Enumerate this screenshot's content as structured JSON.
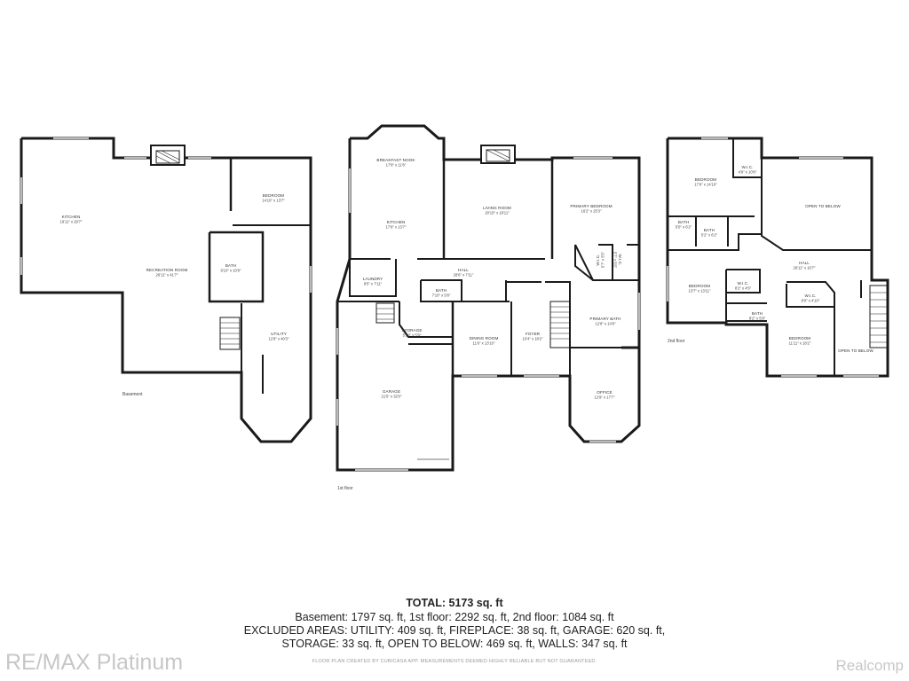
{
  "floors": {
    "basement": {
      "label": "Basement",
      "rooms": [
        {
          "name": "KITCHEN",
          "dim": "19'11\" x 29'7\""
        },
        {
          "name": "RECREATION ROOM",
          "dim": "26'11\" x 41'7\""
        },
        {
          "name": "BEDROOM",
          "dim": "14'10\" x 13'7\""
        },
        {
          "name": "BATH",
          "dim": "9'10\" x 10'9\""
        },
        {
          "name": "UTILITY",
          "dim": "12'9\" x 40'3\""
        }
      ]
    },
    "first": {
      "label": "1st floor",
      "rooms": [
        {
          "name": "BREAKFAST NOOK",
          "dim": "17'9\" x 11'6\""
        },
        {
          "name": "KITCHEN",
          "dim": "17'9\" x 13'7\""
        },
        {
          "name": "LIVING ROOM",
          "dim": "20'10\" x 18'11\""
        },
        {
          "name": "PRIMARY BEDROOM",
          "dim": "16'2\" x 25'3\""
        },
        {
          "name": "HALL",
          "dim": "28'6\" x 7'11\""
        },
        {
          "name": "LAUNDRY",
          "dim": "8'5\" x 7'11\""
        },
        {
          "name": "BATH",
          "dim": "7'10\" x 5'8\""
        },
        {
          "name": "STORAGE",
          "dim": "5'10\" x 5'9\""
        },
        {
          "name": "DINING ROOM",
          "dim": "11'6\" x 13'10\""
        },
        {
          "name": "FOYER",
          "dim": "10'4\" x 18'2\""
        },
        {
          "name": "PRIMARY BATH",
          "dim": "12'8\" x 14'9\""
        },
        {
          "name": "GARAGE",
          "dim": "21'5\" x 32'0\""
        },
        {
          "name": "OFFICE",
          "dim": "12'9\" x 17'7\""
        },
        {
          "name": "W.I.C.",
          "dim": "5'7\" x 5'5\""
        },
        {
          "name": "W.I.C.",
          "dim": "5'7\" x 5'5\""
        }
      ]
    },
    "second": {
      "label": "2nd floor",
      "rooms": [
        {
          "name": "BEDROOM",
          "dim": "17'9\" x 14'10\""
        },
        {
          "name": "W.I.C.",
          "dim": "4'9\" x 10'6\""
        },
        {
          "name": "OPEN TO BELOW",
          "dim": ""
        },
        {
          "name": "BATH",
          "dim": "5'0\" x 6'2\""
        },
        {
          "name": "BATH",
          "dim": "5'2\" x 6'2\""
        },
        {
          "name": "HALL",
          "dim": "26'11\" x 10'7\""
        },
        {
          "name": "BEDROOM",
          "dim": "13'7\" x 13'11\""
        },
        {
          "name": "W.I.C.",
          "dim": "8'2\" x 4'5\""
        },
        {
          "name": "BATH",
          "dim": "8'2\" x 5'8\""
        },
        {
          "name": "W.I.C.",
          "dim": "8'0\" x 4'10\""
        },
        {
          "name": "BEDROOM",
          "dim": "11'11\" x 18'2\""
        },
        {
          "name": "OPEN TO BELOW",
          "dim": ""
        }
      ]
    }
  },
  "summary": {
    "total": "TOTAL: 5173 sq. ft",
    "line1": "Basement: 1797 sq. ft, 1st floor: 2292 sq. ft, 2nd floor: 1084 sq. ft",
    "line2": "EXCLUDED AREAS: UTILITY: 409 sq. ft, FIREPLACE: 38 sq. ft, GARAGE: 620 sq. ft,",
    "line3": "STORAGE: 33 sq. ft, OPEN TO BELOW: 469 sq. ft, WALLS: 347 sq. ft",
    "disclaimer": "FLOOR PLAN CREATED BY CUBICASA APP. MEASUREMENTS DEEMED HIGHLY RELIABLE BUT NOT GUARANTEED."
  },
  "branding": {
    "left": "RE/MAX Platinum",
    "right": "Realcomp"
  },
  "colors": {
    "wall": "#1a1a1a",
    "window": "#bbbbbb",
    "watermark": "#c7c7c7"
  }
}
